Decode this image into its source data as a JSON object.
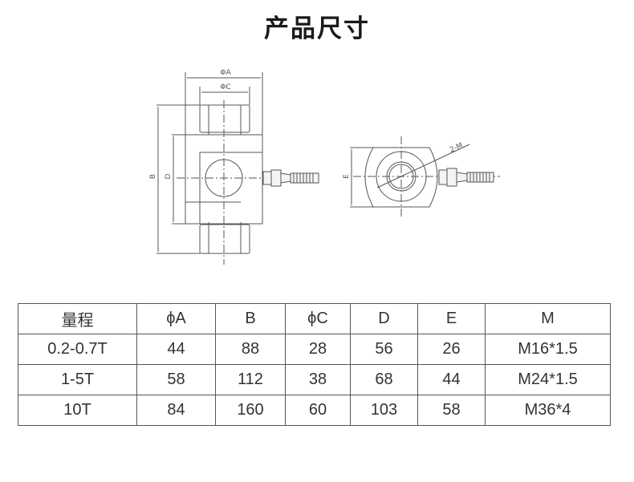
{
  "title": "产品尺寸",
  "drawing": {
    "labels": {
      "phiA": "ΦA",
      "phiC": "ΦC",
      "B": "B",
      "D": "D",
      "E": "E",
      "M": "2-M"
    }
  },
  "table": {
    "headers": [
      "量程",
      "ϕA",
      "B",
      "ϕC",
      "D",
      "E",
      "M"
    ],
    "rows": [
      [
        "0.2-0.7T",
        "44",
        "88",
        "28",
        "56",
        "26",
        "M16*1.5"
      ],
      [
        "1-5T",
        "58",
        "112",
        "38",
        "68",
        "44",
        "M24*1.5"
      ],
      [
        "10T",
        "84",
        "160",
        "60",
        "103",
        "58",
        "M36*4"
      ]
    ]
  }
}
